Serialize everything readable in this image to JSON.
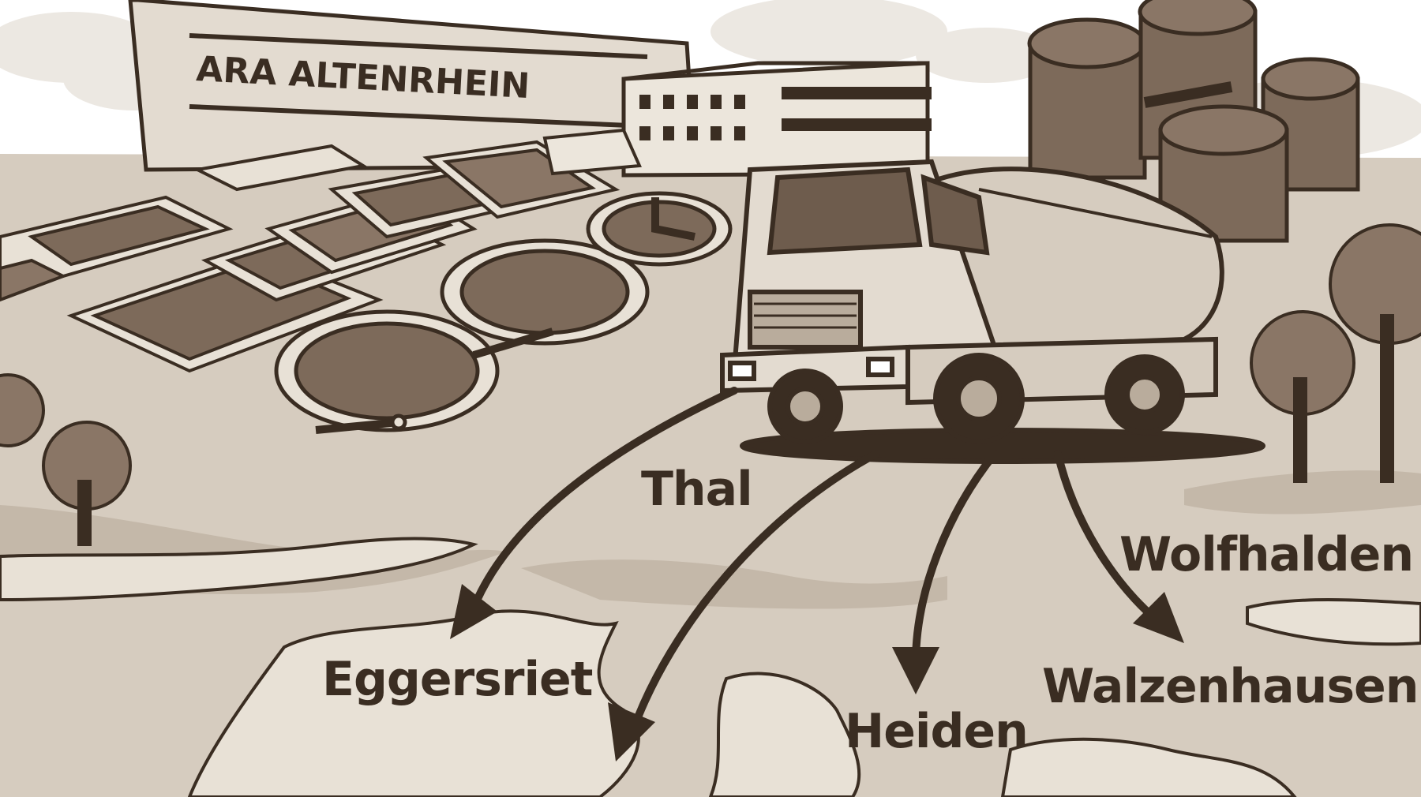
{
  "sign": {
    "text": "ARA ALTENRHEIN"
  },
  "destinations": [
    {
      "name": "Thal"
    },
    {
      "name": "Eggersriet"
    },
    {
      "name": "Heiden"
    },
    {
      "name": "Wolfhalden"
    },
    {
      "name": "Walzenhausen"
    }
  ],
  "colors": {
    "sky": "#ffffff",
    "ground": "#d6ccbf",
    "ground_dark": "#b9ac9c",
    "ink": "#3a2d22",
    "structure": "#e3dbd0",
    "tank": "#7d6a5a"
  }
}
